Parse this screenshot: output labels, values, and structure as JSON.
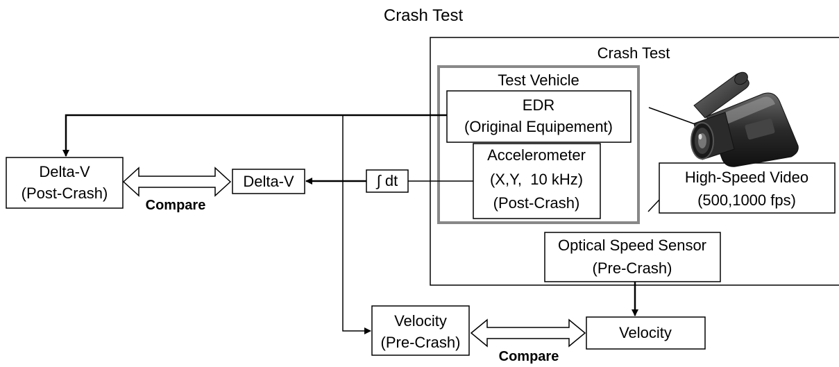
{
  "title": "Crash Test",
  "crash_test_panel": {
    "label": "Crash Test"
  },
  "test_vehicle": {
    "label": "Test Vehicle"
  },
  "edr": {
    "line1": "EDR",
    "line2": "(Original Equipement)"
  },
  "accelerometer": {
    "line1": "Accelerometer",
    "line2": "(X,Y,  10 kHz)",
    "line3": "(Post-Crash)"
  },
  "high_speed_video": {
    "line1": "High-Speed Video",
    "line2": "(500,1000 fps)"
  },
  "camera": {
    "icon": "video-camera-icon"
  },
  "optical_sensor": {
    "line1": "Optical Speed Sensor",
    "line2": "(Pre-Crash)"
  },
  "integrator": {
    "label": "∫ dt"
  },
  "delta_v_mid": {
    "label": "Delta-V"
  },
  "delta_v_post": {
    "line1": "Delta-V",
    "line2": "(Post-Crash)"
  },
  "velocity_pre": {
    "line1": "Velocity",
    "line2": "(Pre-Crash)"
  },
  "velocity_right": {
    "label": "Velocity"
  },
  "compare_top": "Compare",
  "compare_bottom": "Compare"
}
